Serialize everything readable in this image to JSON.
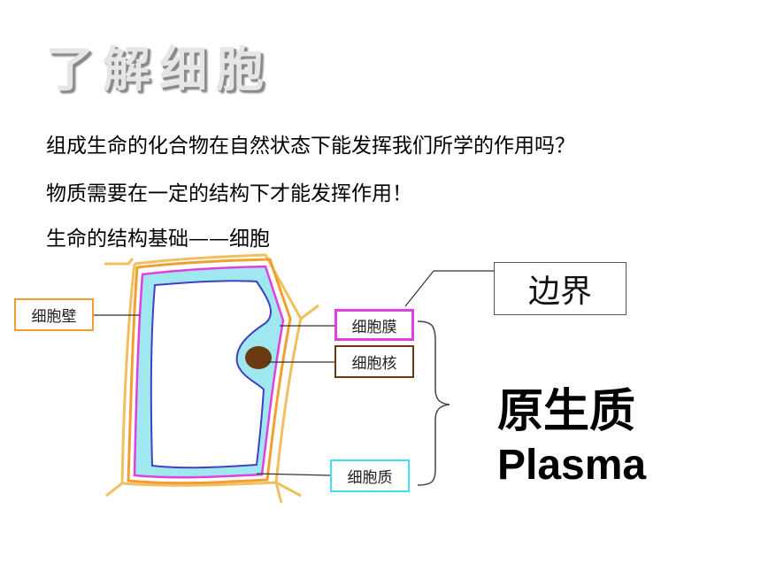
{
  "title": "了解细胞",
  "lines": [
    "组成生命的化合物在自然状态下能发挥我们所学的作用吗？",
    "物质需要在一定的结构下才能发挥作用！",
    "生命的结构基础——细胞"
  ],
  "labels": {
    "cell_wall": "细胞壁",
    "cell_membrane": "细胞膜",
    "nucleus": "细胞核",
    "cytoplasm": "细胞质",
    "boundary": "边界",
    "protoplasm": "原生质",
    "plasma": "Plasma"
  },
  "colors": {
    "cell_wall": "#f0a030",
    "cell_membrane": "#e040e0",
    "nucleus": "#6b3a10",
    "cytoplasm": "#a0e8f0",
    "vacuole_border": "#4040c0"
  }
}
